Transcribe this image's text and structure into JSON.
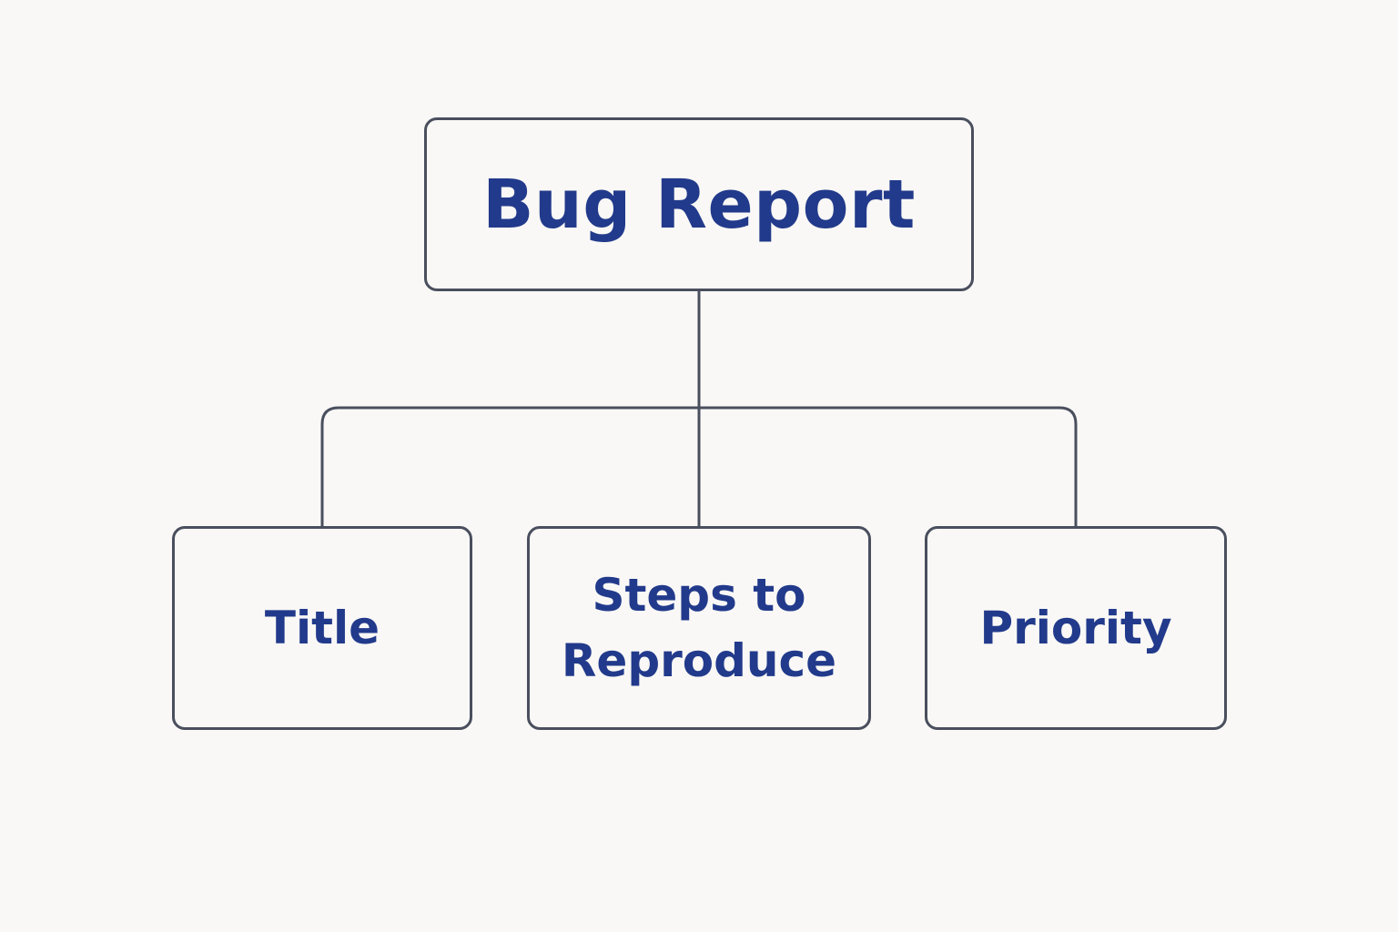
{
  "root": {
    "label": "Bug Report"
  },
  "children": [
    {
      "id": "title",
      "lines": [
        "Title"
      ]
    },
    {
      "id": "steps",
      "lines": [
        "Steps to",
        "Reproduce"
      ]
    },
    {
      "id": "priority",
      "lines": [
        "Priority"
      ]
    }
  ],
  "colors": {
    "background": "#f9f8f6",
    "border": "#4a4f5e",
    "text": "#223a8b"
  }
}
